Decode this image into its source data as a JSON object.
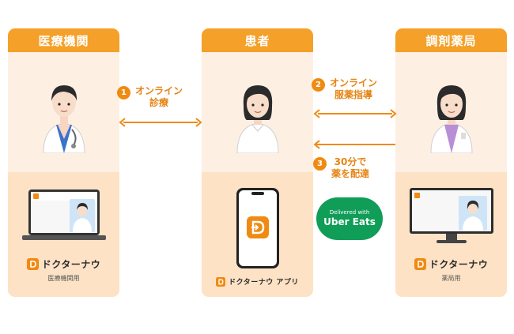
{
  "columns": {
    "medical": {
      "title": "医療機関",
      "brand": "ドクターナウ",
      "sub": "医療機関用"
    },
    "patient": {
      "title": "患者",
      "brand": "ドクターナウ アプリ"
    },
    "pharmacy": {
      "title": "調剤薬局",
      "brand": "ドクターナウ",
      "sub": "薬局用"
    }
  },
  "steps": [
    {
      "num": "1",
      "line1": "オンライン",
      "line2": "診療"
    },
    {
      "num": "2",
      "line1": "オンライン",
      "line2": "服薬指導"
    },
    {
      "num": "3",
      "line1": "30分で",
      "line2": "薬を配達"
    }
  ],
  "uber": {
    "small": "Delivered with",
    "big": "Uber Eats"
  },
  "colors": {
    "orange": "#f5a028",
    "orange_dark": "#f08a12",
    "light": "#fdf0e3",
    "peach": "#fde2c5",
    "green": "#0f9d58"
  }
}
